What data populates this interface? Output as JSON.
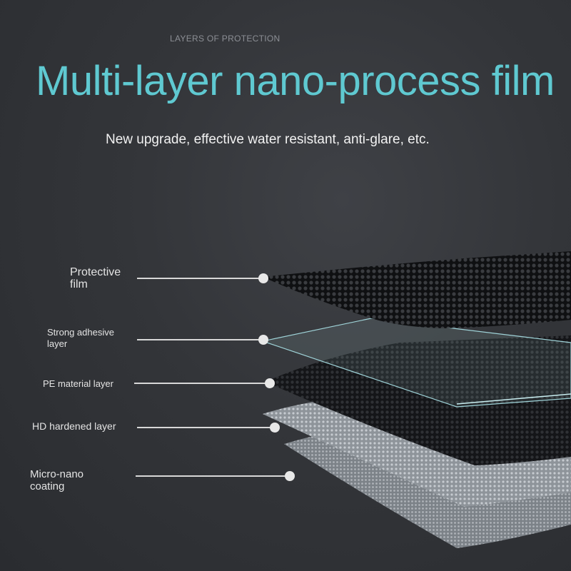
{
  "header": {
    "kicker": "LAYERS OF PROTECTION",
    "title": "Multi-layer nano-process film",
    "subtitle": "New upgrade, effective water resistant, anti-glare, etc."
  },
  "layers": [
    {
      "label_line1": "Protective",
      "label_line2": "film"
    },
    {
      "label_line1": "Strong adhesive",
      "label_line2": "layer"
    },
    {
      "label_line1": "PE material layer"
    },
    {
      "label_line1": "HD hardened layer"
    },
    {
      "label_line1": "Micro-nano",
      "label_line2": "coating"
    }
  ],
  "colors": {
    "title": "#5fc9d1",
    "background": "#2e3034",
    "text": "#e4e4e4"
  }
}
